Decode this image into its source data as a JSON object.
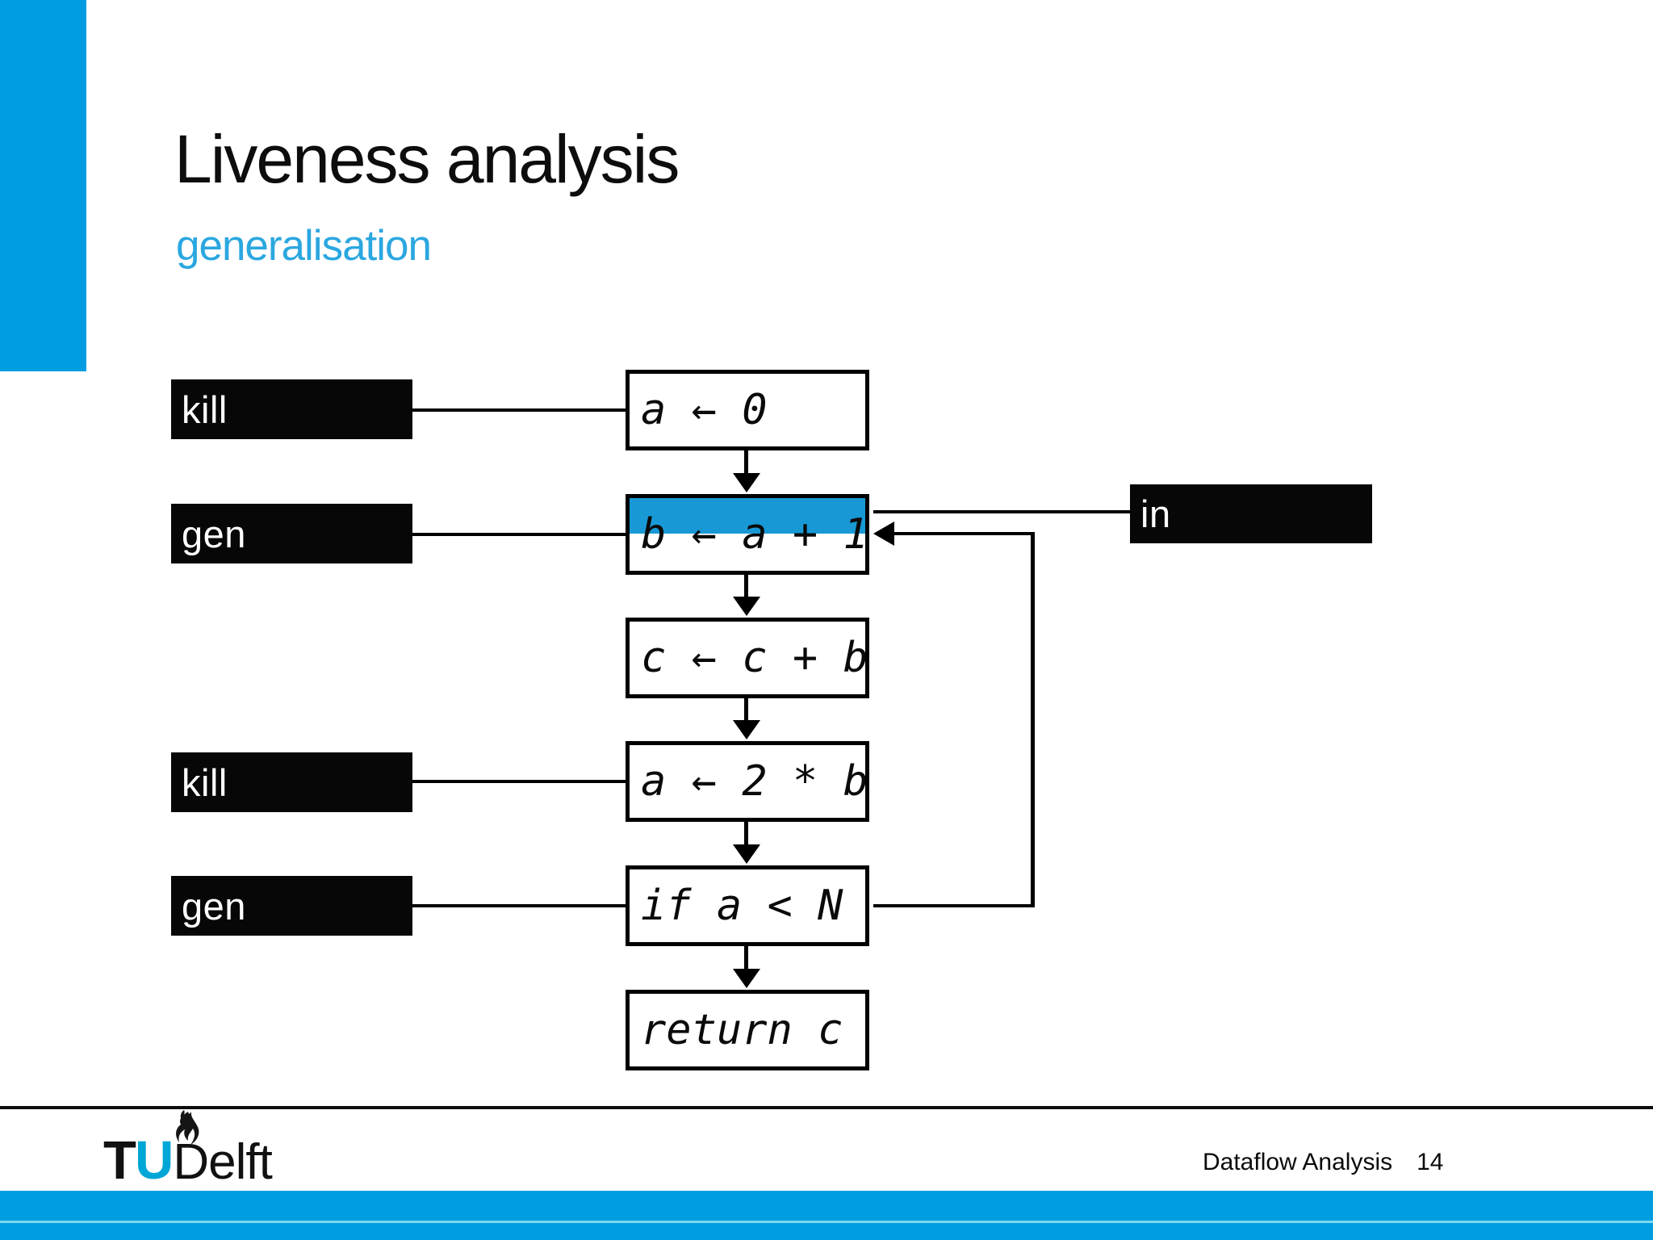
{
  "slide": {
    "title": "Liveness analysis",
    "subtitle": "generalisation"
  },
  "flowchart": {
    "nodes": [
      {
        "label": "a ← 0",
        "highlighted": false
      },
      {
        "label": "b ← a + 1",
        "highlighted": true
      },
      {
        "label": "c ← c + b",
        "highlighted": false
      },
      {
        "label": "a ← 2 * b",
        "highlighted": false
      },
      {
        "label": "if a < N",
        "highlighted": false
      },
      {
        "label": "return c",
        "highlighted": false
      }
    ],
    "left_labels": [
      {
        "text": "kill",
        "connects_to": "a ← 0"
      },
      {
        "text": "gen",
        "connects_to": "b ← a + 1"
      },
      {
        "text": "kill",
        "connects_to": "a ← 2 * b"
      },
      {
        "text": "gen",
        "connects_to": "if a < N"
      }
    ],
    "right_labels": [
      {
        "text": "in",
        "connects_to": "b ← a + 1"
      }
    ],
    "loop_edge": {
      "from": "if a < N",
      "to": "b ← a + 1"
    }
  },
  "footer": {
    "logo": {
      "t": "T",
      "u": "U",
      "delft": "Delft"
    },
    "course": "Dataflow Analysis",
    "page_number": "14"
  },
  "colors": {
    "accent_blue": "#009EE1",
    "highlight_blue": "#1899D6",
    "subtitle_blue": "#2BA7E0",
    "logo_blue": "#00A6D6"
  }
}
